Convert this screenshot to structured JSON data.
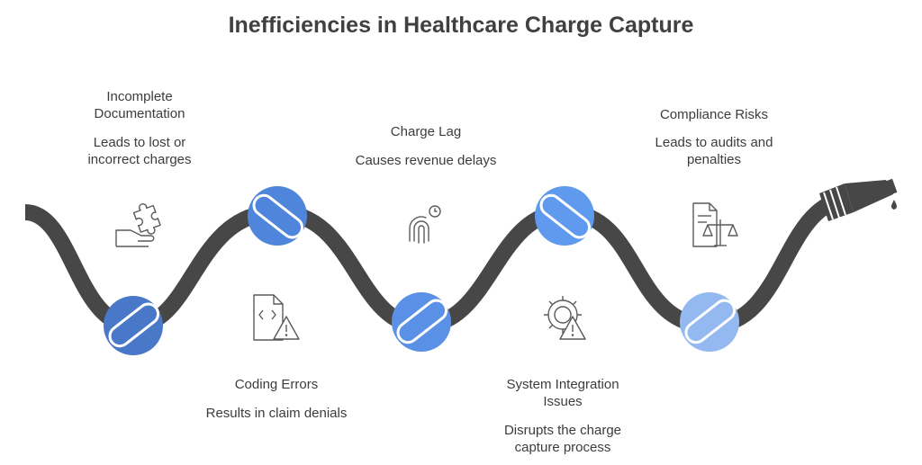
{
  "title": "Inefficiencies in Healthcare Charge Capture",
  "issues": [
    {
      "title": "Incomplete\nDocumentation",
      "desc": "Leads to lost or\nincorrect charges",
      "icon": "puzzle-hand-icon"
    },
    {
      "title": "Coding Errors",
      "desc": "Results in claim denials",
      "icon": "code-file-warning-icon"
    },
    {
      "title": "Charge Lag",
      "desc": "Causes revenue delays",
      "icon": "touch-clock-icon"
    },
    {
      "title": "System Integration\nIssues",
      "desc": "Disrupts the charge\ncapture process",
      "icon": "gear-warning-icon"
    },
    {
      "title": "Compliance Risks",
      "desc": "Leads to audits and\npenalties",
      "icon": "document-scales-icon"
    }
  ],
  "colors": {
    "hose": "#474747",
    "knot1": "#4a78c9",
    "knot2": "#4f86dc",
    "knot3": "#5a91e6",
    "knot4": "#5f9aee",
    "knot5": "#94b9f1",
    "text": "#3c3c3c",
    "icon": "#5a5a5a"
  }
}
